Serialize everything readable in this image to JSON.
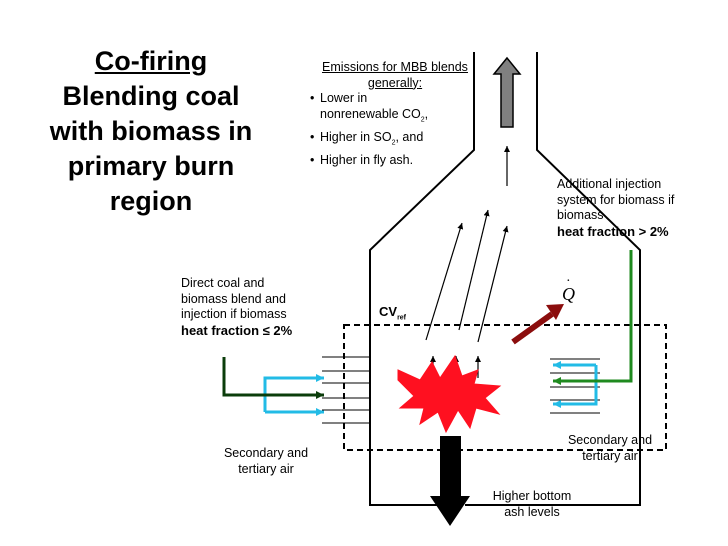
{
  "title": {
    "underlined": "Co-firing",
    "lines": [
      "Blending coal",
      "with biomass in",
      "primary burn",
      "region"
    ]
  },
  "emissions": {
    "heading": "Emissions for MBB blends generally",
    "colon": ":",
    "b1_a": "Lower in",
    "b1_b": "nonrenewable CO",
    "b1_sub": "2",
    "b1_end": ",",
    "b2_a": "Higher in SO",
    "b2_sub": "2",
    "b2_end": ", and",
    "b3": "Higher in fly ash."
  },
  "additional": {
    "l1": "Additional injection",
    "l2": "system for biomass if",
    "l3": "biomass",
    "bold": "heat fraction > 2%"
  },
  "direct": {
    "l1": "Direct coal and",
    "l2": "biomass blend and",
    "l3": "injection if biomass",
    "bold": "heat fraction ≤ 2%"
  },
  "cv": {
    "main": "CV",
    "sub": "ref"
  },
  "q_symbol": "Q",
  "secondary_left": {
    "l1": "Secondary and",
    "l2": "tertiary air"
  },
  "secondary_right": {
    "l1": "Secondary and",
    "l2": "tertiary air"
  },
  "bottom_ash": {
    "l1": "Higher bottom",
    "l2": "ash levels"
  },
  "colors": {
    "cyan_air": "#22bbe6",
    "green_injection": "#1f8a1f",
    "dark_green": "#0b3d0b",
    "heat_arrow": "#8b0d0d",
    "flame": "#ff1020",
    "exhaust_arrow": "#808080",
    "ash_arrow": "#000000"
  }
}
